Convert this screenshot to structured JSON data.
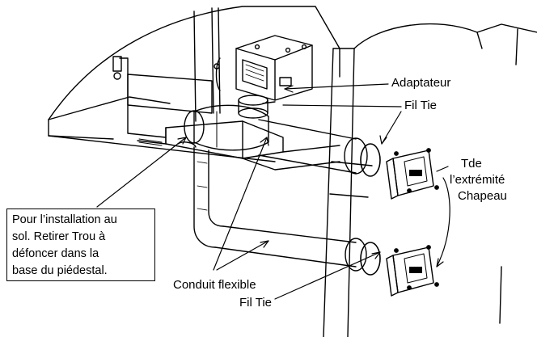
{
  "labels": {
    "adapter": "Adaptateur",
    "fil_tie_top": "Fil Tie",
    "end_cap_line1": "Tde",
    "end_cap_line2": "l’extrémité",
    "end_cap_line3": "Chapeau",
    "flex_conduit": "Conduit flexible",
    "fil_tie_bottom": "Fil Tie"
  },
  "callout": {
    "line1": "Pour l’installation au",
    "line2": "sol. Retirer Trou à",
    "line3": "défoncer dans la",
    "line4": "base du piédestal."
  }
}
